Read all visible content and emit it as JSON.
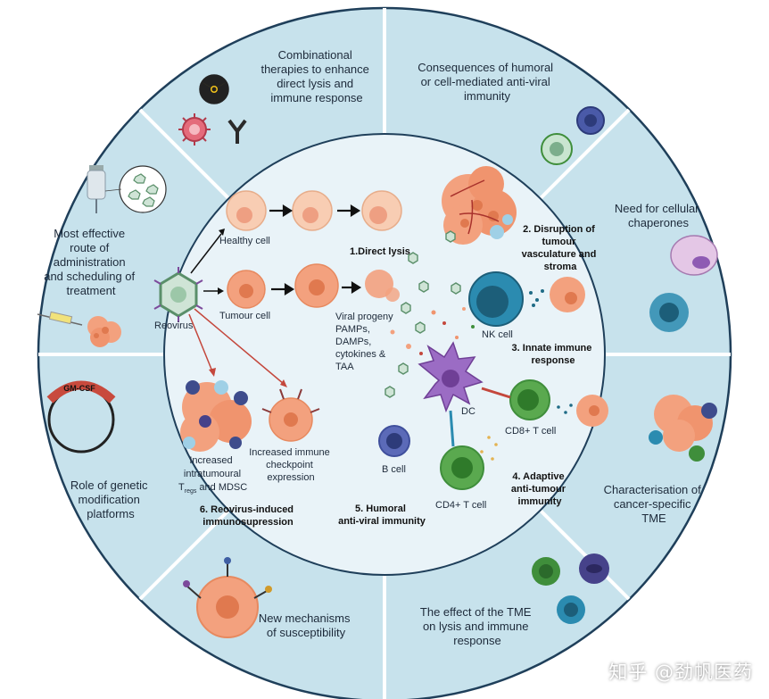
{
  "colors": {
    "outer_ring": "#c7e2ec",
    "inner_disc": "#e9f3f8",
    "divider": "#ffffff",
    "border": "#1f3f5a",
    "tumour": "#f3a17e",
    "tumour_dark": "#e0794f",
    "healthy": "#f8cdb3",
    "virus": "#7cae8c",
    "nk": "#1f6b86",
    "t_cell": "#3f8e3b",
    "b_cell": "#3f4f9c",
    "dc": "#8e5bb3",
    "arrow_red": "#c4473c"
  },
  "outer_labels": {
    "combinational": [
      "Combinational",
      "therapies to enhance",
      "direct lysis and",
      "immune response"
    ],
    "consequences": [
      "Consequences of humoral",
      "or cell-mediated anti-viral",
      "immunity"
    ],
    "chaperones": [
      "Need for cellular",
      "chaperones"
    ],
    "tme_char": [
      "Characterisation of",
      "cancer-specific",
      "TME"
    ],
    "tme_effect": [
      "The effect of the TME",
      "on lysis and immune",
      "response"
    ],
    "mechanisms": [
      "New mechanisms",
      "of susceptibility"
    ],
    "genetic": [
      "Role of genetic",
      "modification",
      "platforms"
    ],
    "route": [
      "Most effective",
      "route of",
      "administration",
      "and scheduling of",
      "treatment"
    ]
  },
  "icons": {
    "gmcsf_label": "GM-CSF",
    "radiation": "radiation-icon",
    "antibody": "antibody-icon",
    "syringe": "syringe-icon",
    "iv_bag": "iv-bag-icon"
  },
  "inner_labels": {
    "healthy_cell": "Healthy cell",
    "tumour_cell": "Tumour cell",
    "reovirus": "Reovirus",
    "direct_lysis": "1.Direct lysis",
    "disruption": [
      "2. Disruption of",
      "tumour",
      "vasculature and",
      "stroma"
    ],
    "viral_progeny": [
      "Viral progeny",
      "PAMPs,",
      "DAMPs,",
      "cytokines &",
      "TAA"
    ],
    "nk_cell": "NK cell",
    "innate": [
      "3. Innate immune",
      "response"
    ],
    "dc": "DC",
    "cd8": "CD8+ T cell",
    "cd4": "CD4+ T cell",
    "adaptive": [
      "4. Adaptive",
      "anti-tumour",
      "immunity"
    ],
    "b_cell": "B cell",
    "humoral": [
      "5. Humoral",
      "anti-viral immunity"
    ],
    "treg_line1": "Increased",
    "treg_line2": "intratumoural",
    "treg_T": "T",
    "treg_sub": "regs",
    "treg_rest": " and MDSC",
    "checkpoint": [
      "Increased immune",
      "checkpoint",
      "expression"
    ],
    "immunosupp": [
      "6. Reovirus-induced",
      "immunosupression"
    ]
  },
  "watermark": "知乎 @劲帆医药"
}
